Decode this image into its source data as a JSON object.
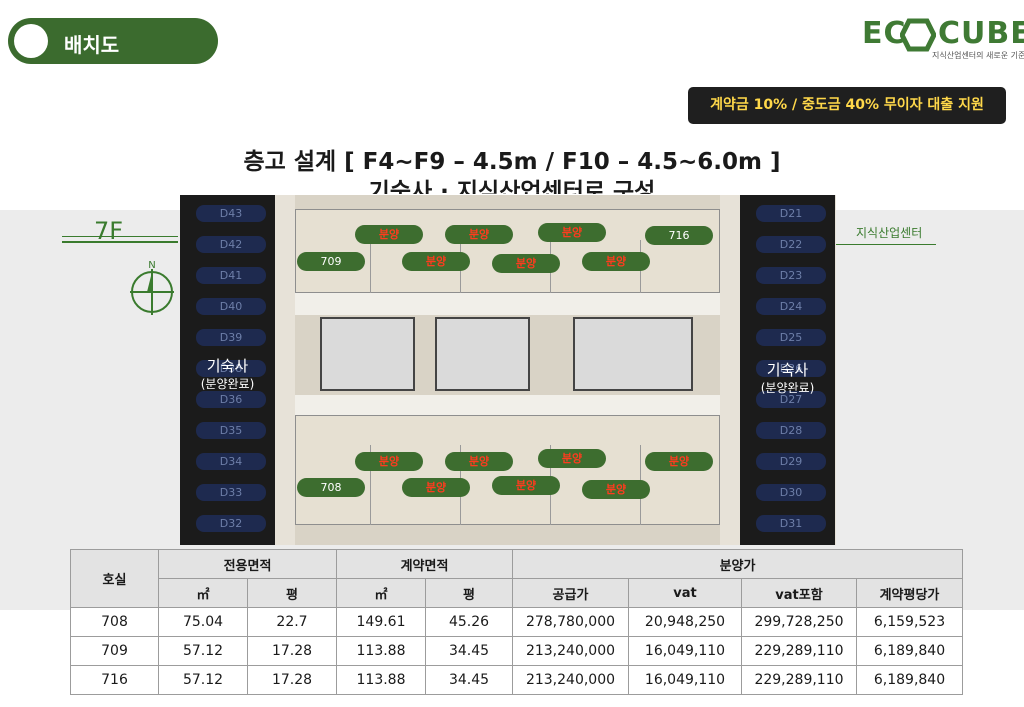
{
  "header": {
    "section_label": "배치도"
  },
  "logo": {
    "brand_left": "EC",
    "brand_right": "CUBE",
    "tagline": "지식산업센터의 새로운 기준"
  },
  "banner": {
    "text": "계약금 10% / 중도금 40% 무이자 대출 지원"
  },
  "titles": {
    "line1": "층고 설계 [ F4~F9 – 4.5m / F10 – 4.5~6.0m ]",
    "line2": "기숙사 · 지식산업센터로 구성"
  },
  "floor": {
    "label": "7F",
    "right_label": "지식산업센터",
    "compass_north": "N"
  },
  "plan": {
    "left_units": [
      "D43",
      "D42",
      "D41",
      "D40",
      "D39",
      "D38",
      "D36",
      "D35",
      "D34",
      "D33",
      "D32"
    ],
    "right_units": [
      "D21",
      "D22",
      "D23",
      "D24",
      "D25",
      "D26",
      "D27",
      "D28",
      "D29",
      "D30",
      "D31"
    ],
    "dorm_label": "기숙사",
    "dorm_status": "(분양완료)",
    "top_badges": [
      {
        "text": "분양",
        "sold": true
      },
      {
        "text": "분양",
        "sold": true
      },
      {
        "text": "분양",
        "sold": true
      },
      {
        "text": "716",
        "sold": false
      },
      {
        "text": "709",
        "sold": false
      },
      {
        "text": "분양",
        "sold": true
      },
      {
        "text": "분양",
        "sold": true
      },
      {
        "text": "분양",
        "sold": true
      }
    ],
    "bottom_badges": [
      {
        "text": "분양",
        "sold": true
      },
      {
        "text": "분양",
        "sold": true
      },
      {
        "text": "분양",
        "sold": true
      },
      {
        "text": "분양",
        "sold": true
      },
      {
        "text": "708",
        "sold": false
      },
      {
        "text": "분양",
        "sold": true
      },
      {
        "text": "분양",
        "sold": true
      },
      {
        "text": "분양",
        "sold": true
      }
    ]
  },
  "table": {
    "head_room": "호실",
    "group_headers": [
      "전용면적",
      "계약면적",
      "분양가"
    ],
    "sub_headers": [
      "㎡",
      "평",
      "㎡",
      "평",
      "공급가",
      "vat",
      "vat포함",
      "계약평당가"
    ],
    "rows": [
      [
        "708",
        "75.04",
        "22.7",
        "149.61",
        "45.26",
        "278,780,000",
        "20,948,250",
        "299,728,250",
        "6,159,523"
      ],
      [
        "709",
        "57.12",
        "17.28",
        "113.88",
        "34.45",
        "213,240,000",
        "16,049,110",
        "229,289,110",
        "6,189,840"
      ],
      [
        "716",
        "57.12",
        "17.28",
        "113.88",
        "34.45",
        "213,240,000",
        "16,049,110",
        "229,289,110",
        "6,189,840"
      ]
    ]
  }
}
